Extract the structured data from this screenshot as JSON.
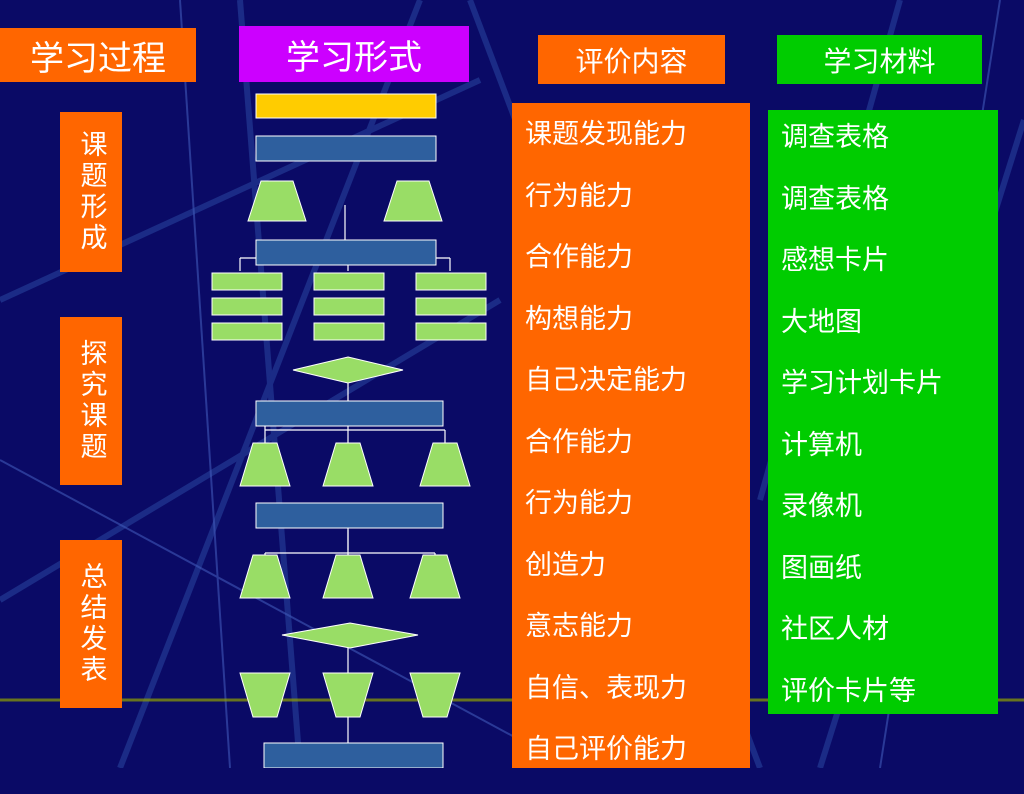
{
  "headers": {
    "process": "学习过程",
    "form": "学习形式",
    "evaluation": "评价内容",
    "materials": "学习材料"
  },
  "stages": [
    "课题形成",
    "探究课题",
    "总结发表"
  ],
  "evaluation_items": [
    "课题发现能力",
    "行为能力",
    "合作能力",
    "构想能力",
    "自己决定能力",
    "合作能力",
    "行为能力",
    "创造力",
    "意志能力",
    "自信、表现力",
    "自己评价能力"
  ],
  "material_items": [
    "调查表格",
    "调查表格",
    "感想卡片",
    "大地图",
    "学习计划卡片",
    "计算机",
    "录像机",
    "图画纸",
    "社区人材",
    "评价卡片等"
  ],
  "colors": {
    "background": "#0a0a66",
    "orange": "#ff6600",
    "purple": "#cc00ff",
    "green": "#00cc00",
    "yellow_bar": "#ffcc00",
    "blue_bar": "#2e5f9e",
    "light_green_shape": "#99dd66"
  }
}
